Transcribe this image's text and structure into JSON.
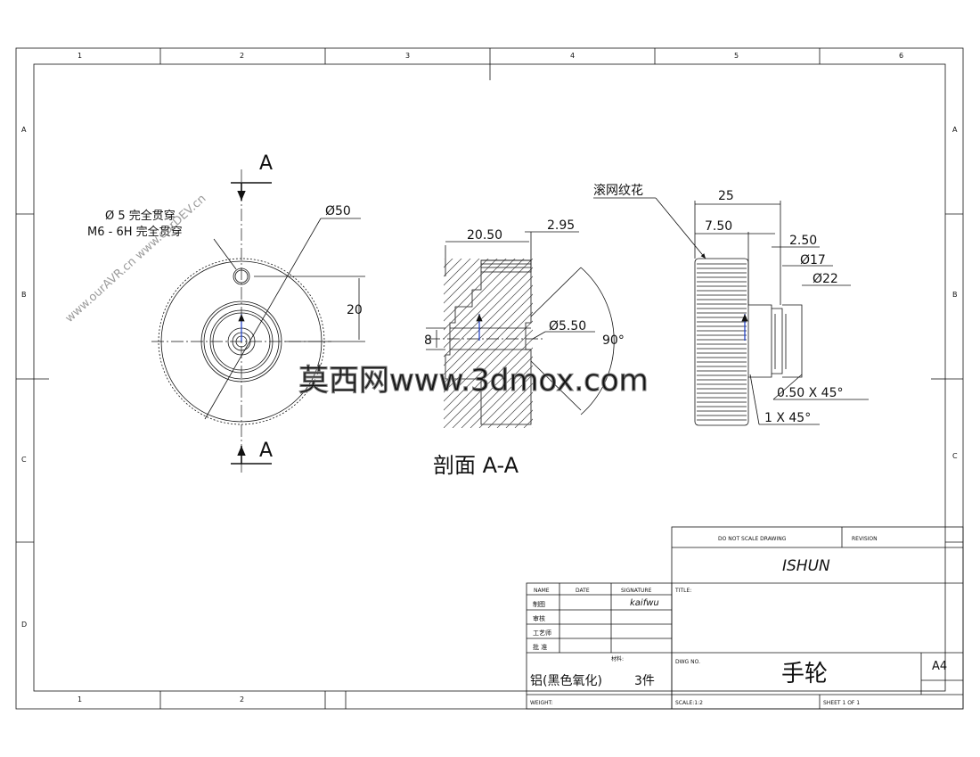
{
  "zones": {
    "cols_top": [
      "1",
      "2",
      "3",
      "4",
      "5",
      "6"
    ],
    "cols_bottom": [
      "1",
      "2"
    ],
    "rows_left": [
      "A",
      "B",
      "C",
      "D"
    ],
    "rows_right": [
      "A",
      "B",
      "C"
    ]
  },
  "front_view": {
    "section_label_top": "A",
    "section_label_bottom": "A",
    "hole_note_line1": "Ø 5 完全贯穿",
    "hole_note_line2": "M6 - 6H 完全贯穿",
    "dim_outer_dia": "Ø50",
    "dim_hole_offset": "20"
  },
  "section_view": {
    "title": "剖面 A-A",
    "dim_width": "20.50",
    "dim_offset": "2.95",
    "dim_height": "8",
    "dim_hole": "Ø5.50",
    "dim_angle": "90°"
  },
  "side_view": {
    "knurl_note": "滚网纹花",
    "dim_total": "25",
    "dim_part": "7.50",
    "dim_step": "2.50",
    "dim_d17": "Ø17",
    "dim_d22": "Ø22",
    "chamfer_1": "0.50 X 45°",
    "chamfer_2": "1 X 45°"
  },
  "watermarks": {
    "diagonal": "www.ourAVR.cn www.ourDEV.cn",
    "center": "莫西网www.3dmox.com"
  },
  "title_block": {
    "do_not_scale": "DO NOT SCALE DRAWING",
    "revision_label": "REVISION",
    "company": "ISHUN",
    "title_label": "TITLE:",
    "col_name": "NAME",
    "col_date": "DATE",
    "col_signature": "SIGNATURE",
    "rows": [
      "制图",
      "审核",
      "工艺师",
      "批 准"
    ],
    "signature": "kaifwu",
    "material_label": "材料:",
    "material": "铝(黑色氧化)",
    "quantity": "3件",
    "dwg_label": "DWG NO.",
    "dwg_title": "手轮",
    "size": "A4",
    "weight_label": "WEIGHT:",
    "scale": "SCALE:1:2",
    "sheet": "SHEET 1 OF 1"
  }
}
